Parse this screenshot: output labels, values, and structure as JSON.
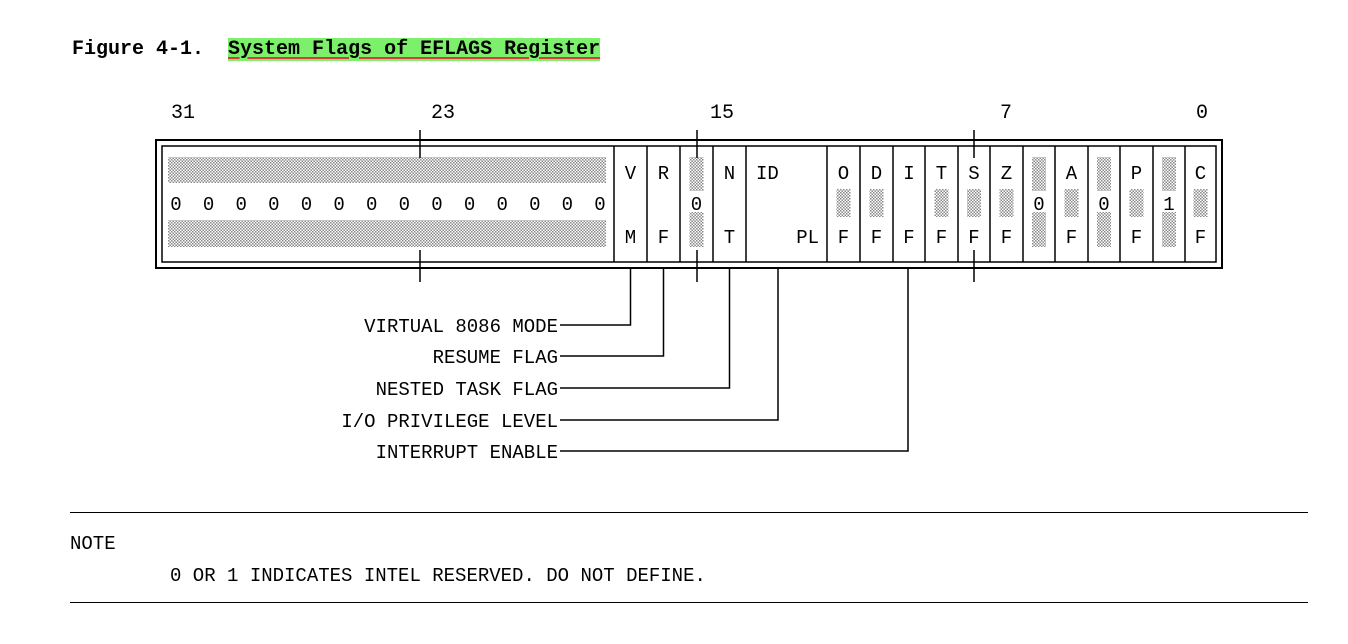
{
  "figure": {
    "number": "Figure 4-1.",
    "title": "System Flags of EFLAGS Register"
  },
  "register": {
    "bit_numbers": [
      {
        "label": "31"
      },
      {
        "label": "23"
      },
      {
        "label": "15"
      },
      {
        "label": "7"
      },
      {
        "label": "0"
      }
    ],
    "reserved_zeros": [
      "0",
      "0",
      "0",
      "0",
      "0",
      "0",
      "0",
      "0",
      "0",
      "0",
      "0",
      "0",
      "0",
      "0"
    ],
    "fields": [
      {
        "top": "V",
        "bottom": "M",
        "shaded": false
      },
      {
        "top": "R",
        "bottom": "F",
        "shaded": false
      },
      {
        "top": "",
        "middle": "0",
        "bottom": "",
        "shaded": true
      },
      {
        "top": "N",
        "bottom": "T",
        "shaded": false
      },
      {
        "top": "ID",
        "bottom": "PL",
        "shaded": false,
        "wide": true
      },
      {
        "top": "O",
        "bottom": "F",
        "shaded": true
      },
      {
        "top": "D",
        "bottom": "F",
        "shaded": true
      },
      {
        "top": "I",
        "bottom": "F",
        "shaded": false
      },
      {
        "top": "T",
        "bottom": "F",
        "shaded": true
      },
      {
        "top": "S",
        "bottom": "F",
        "shaded": true
      },
      {
        "top": "Z",
        "bottom": "F",
        "shaded": true
      },
      {
        "top": "",
        "middle": "0",
        "bottom": "",
        "shaded": true
      },
      {
        "top": "A",
        "bottom": "F",
        "shaded": true
      },
      {
        "top": "",
        "middle": "0",
        "bottom": "",
        "shaded": true
      },
      {
        "top": "P",
        "bottom": "F",
        "shaded": true
      },
      {
        "top": "",
        "middle": "1",
        "bottom": "",
        "shaded": true
      },
      {
        "top": "C",
        "bottom": "F",
        "shaded": true
      }
    ]
  },
  "callouts": [
    {
      "label": "VIRTUAL 8086 MODE",
      "field": 0
    },
    {
      "label": "RESUME FLAG",
      "field": 1
    },
    {
      "label": "NESTED TASK FLAG",
      "field": 3
    },
    {
      "label": "I/O PRIVILEGE LEVEL",
      "field": 4
    },
    {
      "label": "INTERRUPT ENABLE",
      "field": 7
    }
  ],
  "note": {
    "label": "NOTE",
    "text": "0 OR 1 INDICATES INTEL RESERVED. DO NOT DEFINE."
  }
}
